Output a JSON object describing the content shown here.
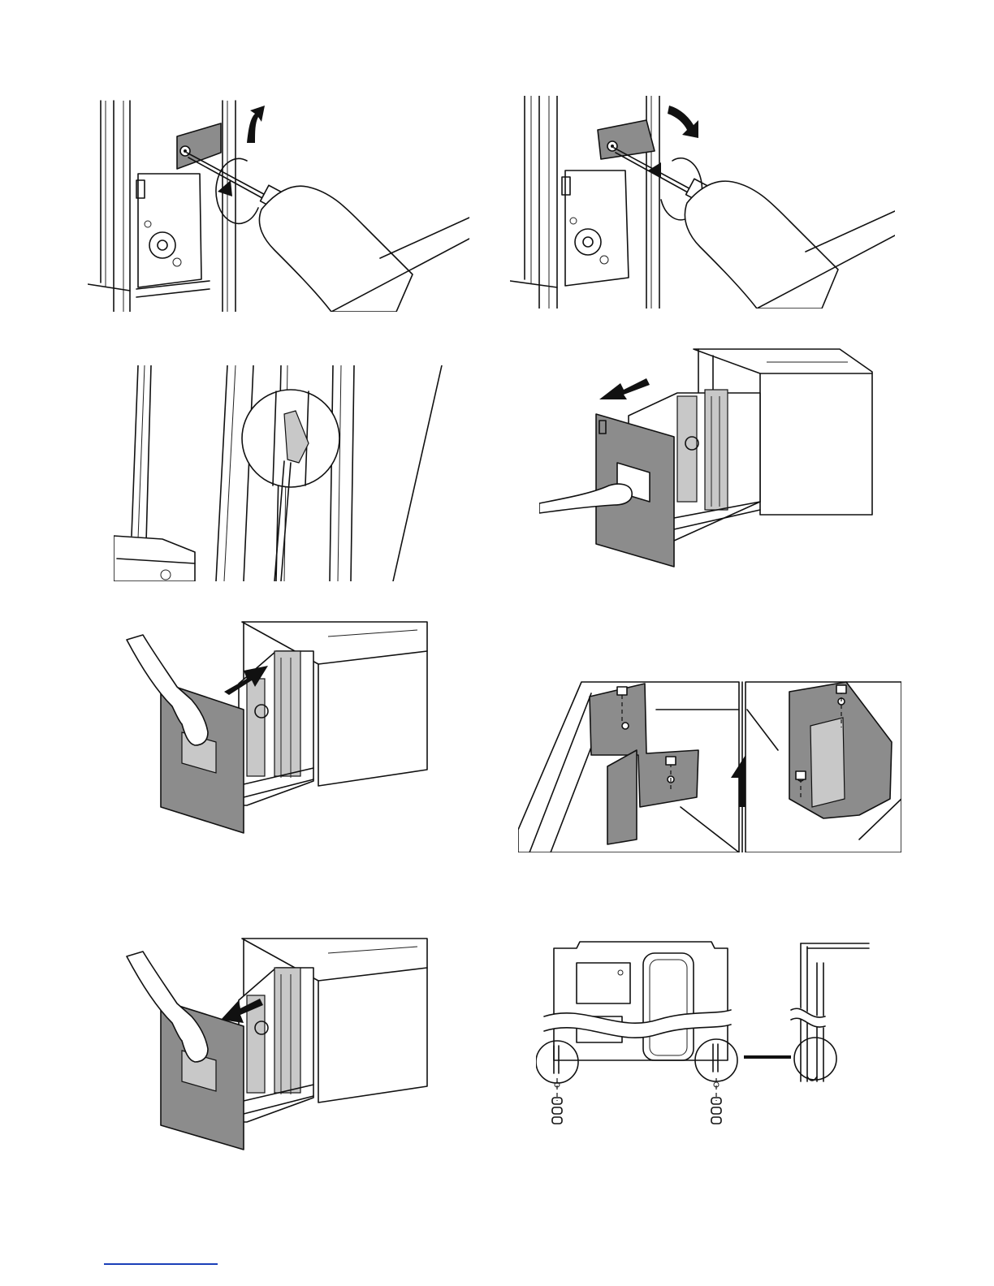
{
  "figures": [
    {
      "name": "loosen-screw-tilt-plate",
      "icons": [
        "screwdriver-icon",
        "rotate-ccw-arrow-icon",
        "up-arrow-icon"
      ]
    },
    {
      "name": "tighten-screw-lower-plate",
      "icons": [
        "screwdriver-icon",
        "rotate-cw-arrow-icon",
        "down-arrow-icon"
      ]
    },
    {
      "name": "latch-detail",
      "icons": [
        "magnifier-circle-icon"
      ]
    },
    {
      "name": "pull-out-drawer",
      "icons": [
        "pull-arrow-icon",
        "hand-icon"
      ]
    },
    {
      "name": "push-in-drawer",
      "icons": [
        "push-arrow-icon",
        "hand-icon"
      ]
    },
    {
      "name": "remove-bracket-screws",
      "icons": [
        "screw-icon",
        "up-arrow-icon"
      ]
    },
    {
      "name": "slide-drawer-out",
      "icons": [
        "pull-arrow-icon",
        "hand-icon"
      ]
    },
    {
      "name": "rail-alignment-detail",
      "icons": [
        "magnifier-circle-icon",
        "screw-stack-icon"
      ]
    }
  ],
  "colors": {
    "line": "#111111",
    "fill_gray": "#8c8c8c",
    "link": "#1a3fb8"
  }
}
